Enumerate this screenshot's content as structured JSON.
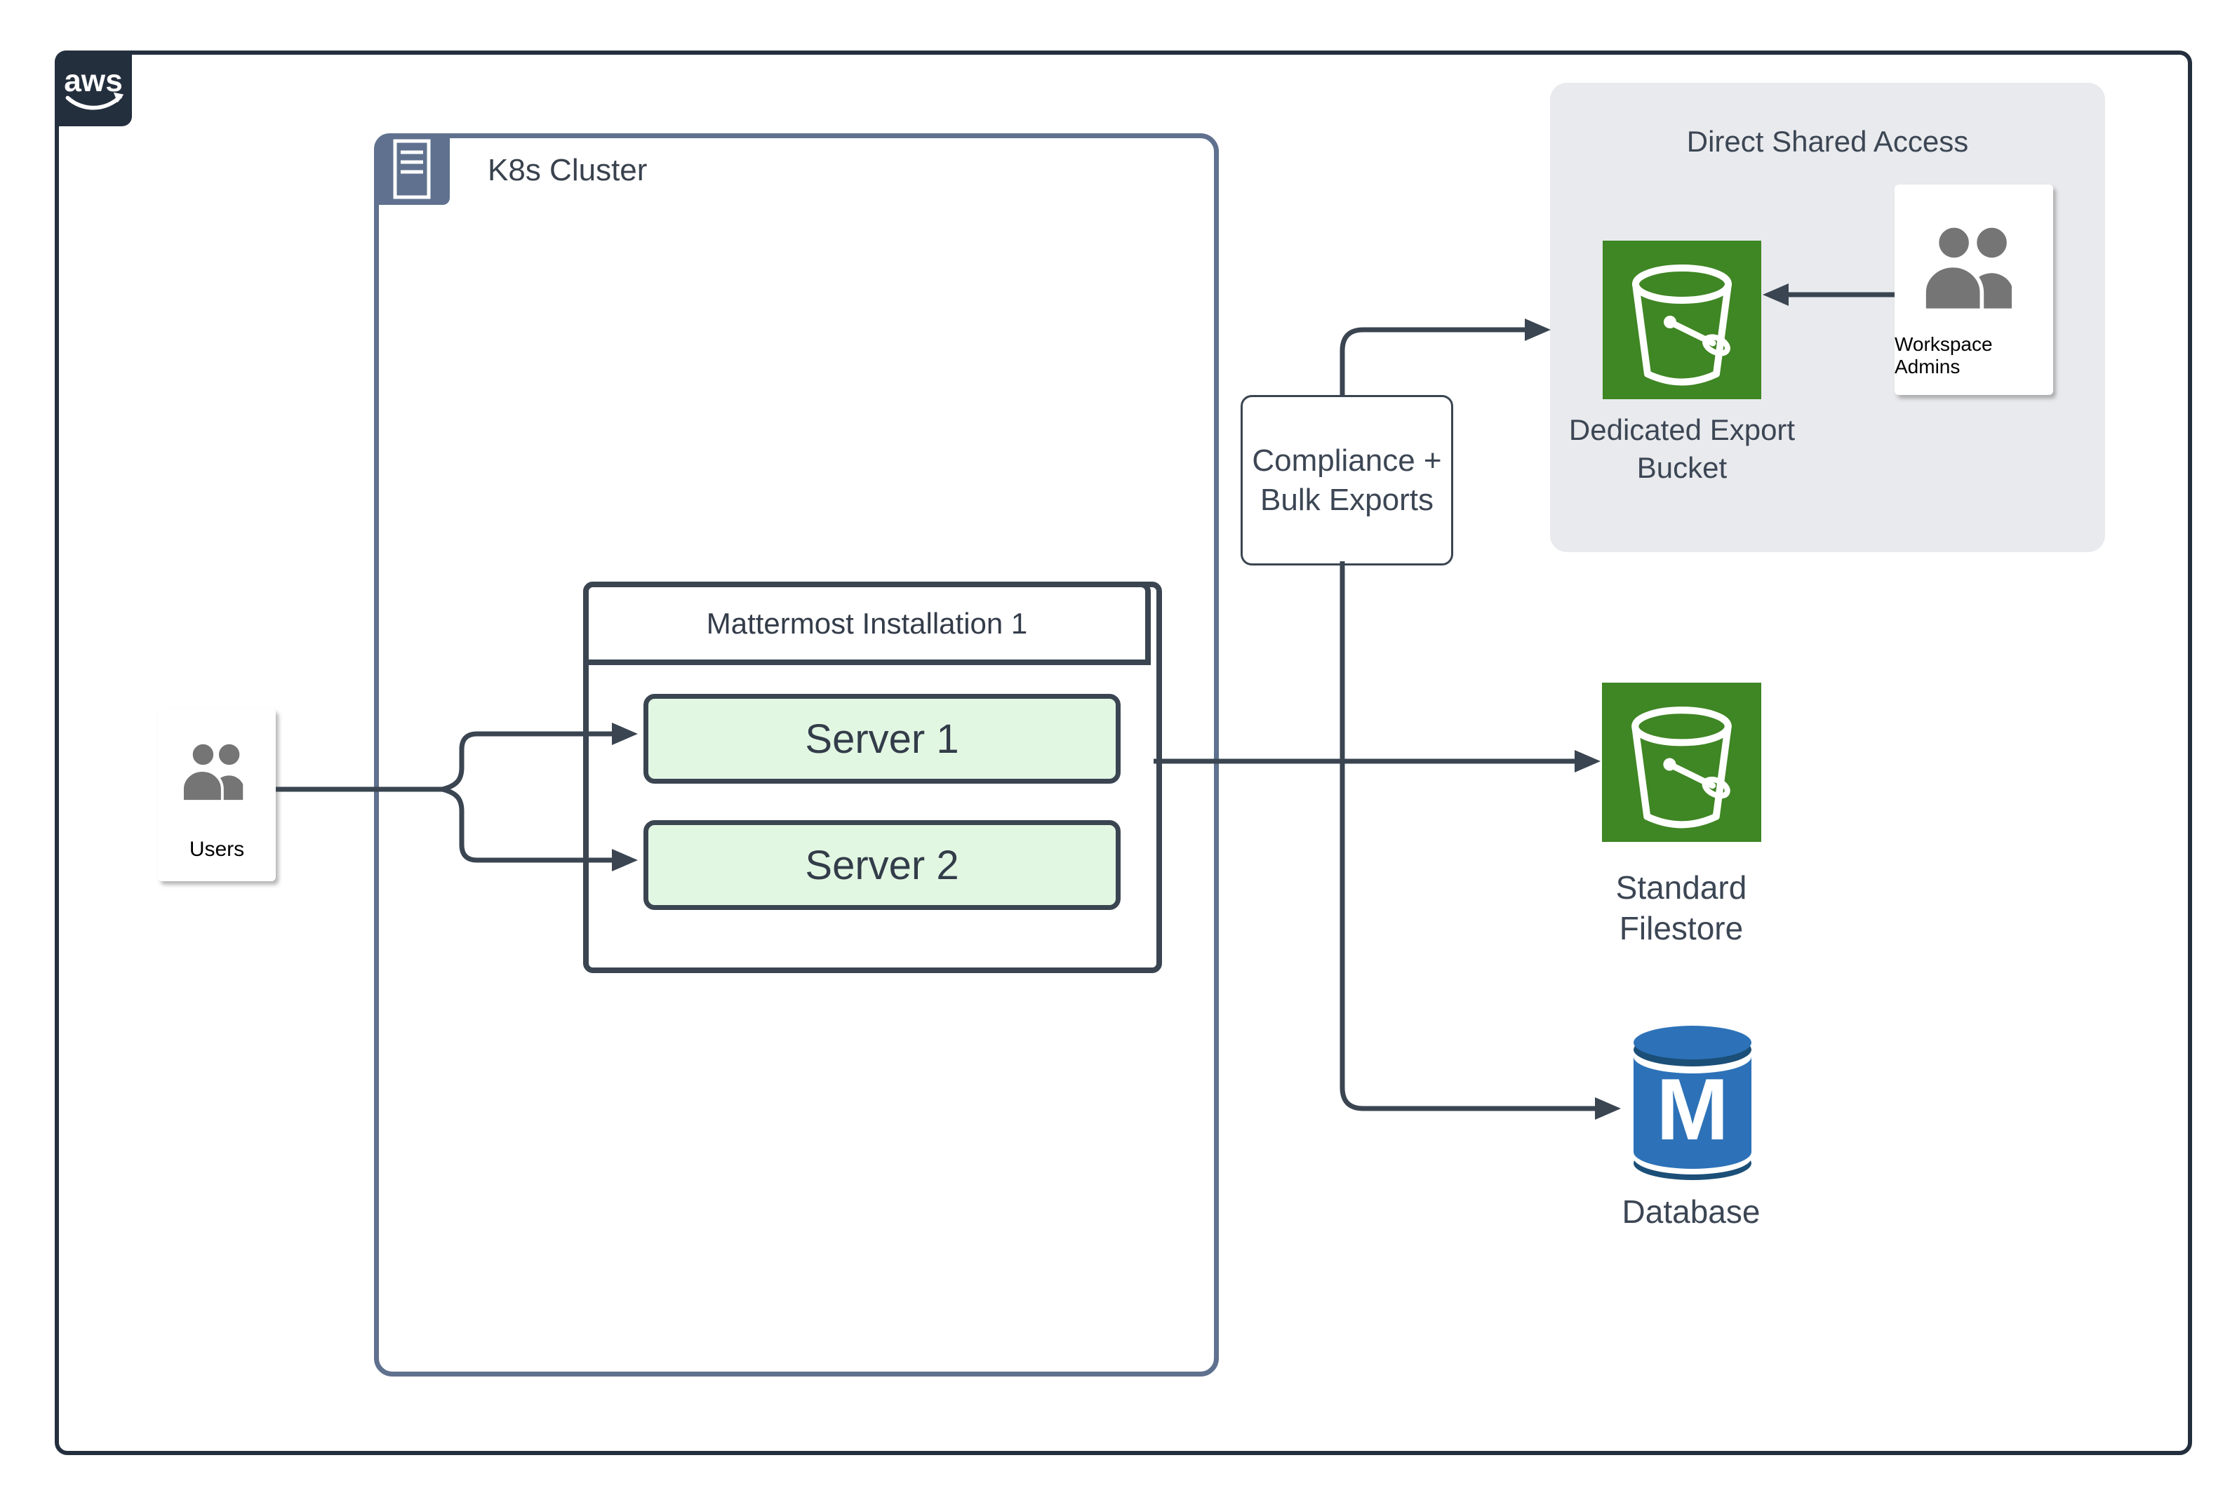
{
  "aws_logo_text": "aws",
  "k8s": {
    "label": "K8s Cluster"
  },
  "users": {
    "label": "Users"
  },
  "mattermost": {
    "title": "Mattermost Installation 1",
    "servers": [
      {
        "label": "Server 1"
      },
      {
        "label": "Server 2"
      }
    ]
  },
  "compliance": {
    "line1": "Compliance +",
    "line2": "Bulk Exports"
  },
  "shared_access": {
    "title": "Direct Shared Access",
    "bucket": {
      "line1": "Dedicated Export",
      "line2": "Bucket"
    },
    "admins": {
      "label": "Workspace Admins"
    }
  },
  "filestore": {
    "line1": "Standard",
    "line2": "Filestore"
  },
  "database": {
    "label": "Database",
    "monogram": "M"
  },
  "edges": [
    {
      "from": "Users",
      "to": "Server 1"
    },
    {
      "from": "Users",
      "to": "Server 2"
    },
    {
      "from": "Mattermost Installation 1",
      "to": "Standard Filestore"
    },
    {
      "from": "Mattermost Installation 1",
      "via": "Compliance + Bulk Exports",
      "to": "Dedicated Export Bucket"
    },
    {
      "from": "Mattermost Installation 1",
      "to": "Database"
    },
    {
      "from": "Workspace Admins",
      "to": "Dedicated Export Bucket"
    }
  ],
  "colors": {
    "frame_navy": "#242F3E",
    "edge_slate": "#3A4551",
    "k8s_border": "#5F718E",
    "server_fill": "#E2F7E2",
    "bucket_green": "#3F8624",
    "db_blue": "#2D72B8",
    "db_dark": "#1B4F78",
    "panel_gray": "#E9EAED",
    "people_gray": "#757575"
  }
}
